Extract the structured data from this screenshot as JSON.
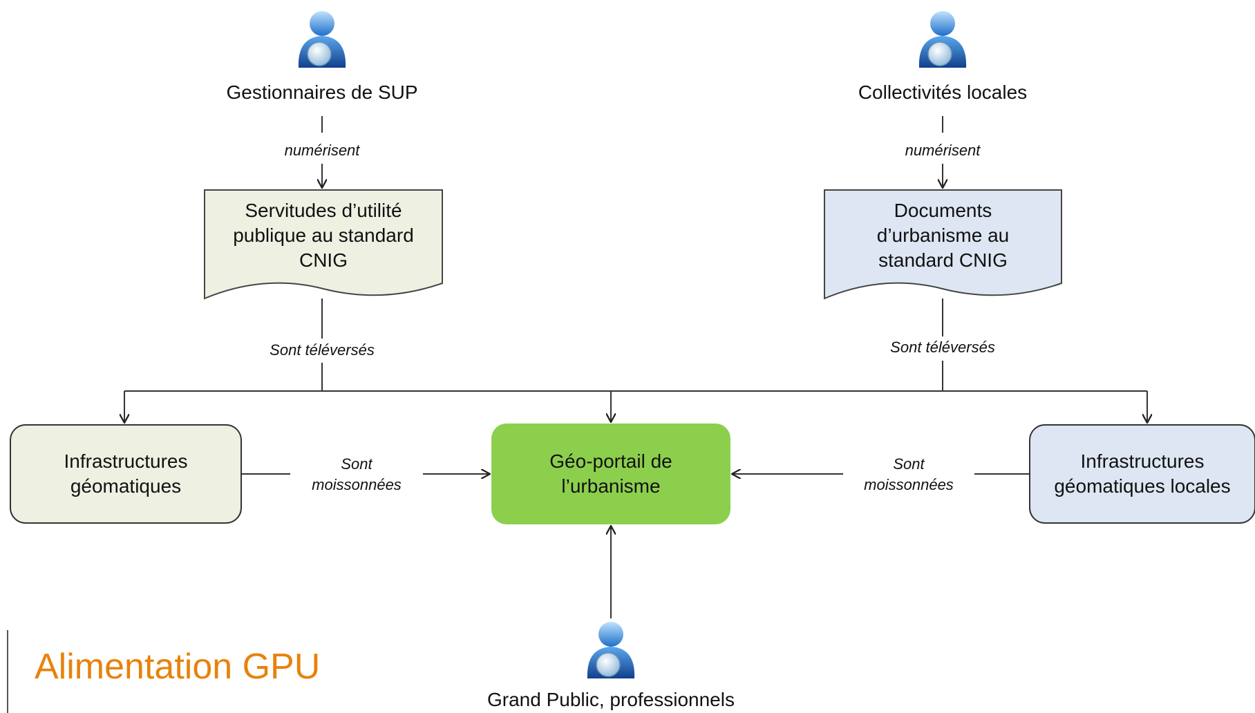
{
  "actors": {
    "sup": {
      "label": "Gestionnaires de SUP",
      "icon": "person-globe-icon"
    },
    "local": {
      "label": "Collectivités locales",
      "icon": "person-globe-icon"
    },
    "public": {
      "label": "Grand Public, professionnels",
      "icon": "person-globe-icon"
    }
  },
  "documents": {
    "sup": "Servitudes d’utilité\npublique au standard\nCNIG",
    "urba": "Documents\nd’urbanisme au\nstandard CNIG"
  },
  "boxes": {
    "infra_left": "Infrastructures\ngéomatiques",
    "geoportail": "Géo-portail de\nl’urbanisme",
    "infra_right": "Infrastructures\ngéomatiques locales"
  },
  "edges": {
    "numerisent_left": "numérisent",
    "numerisent_right": "numérisent",
    "televerses_left": "Sont téléversés",
    "televerses_right": "Sont téléversés",
    "moissonnees_left": "Sont\nmoissonnées",
    "moissonnees_right": "Sont\nmoissonnées"
  },
  "footer": {
    "title": "Alimentation GPU"
  },
  "colors": {
    "doc_sup_fill": "#eef0e2",
    "doc_urba_fill": "#dde6f2",
    "box_left_fill": "#eef0e2",
    "box_center_fill": "#8ccf4d",
    "box_right_fill": "#dde6f2",
    "title": "#e8820c"
  }
}
